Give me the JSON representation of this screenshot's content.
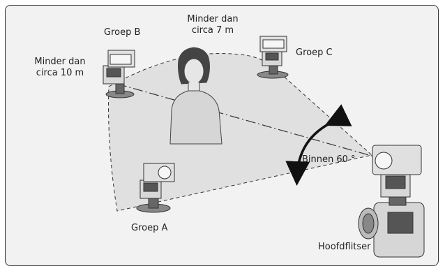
{
  "labels": {
    "group_b": "Groep B",
    "group_c": "Groep C",
    "group_a": "Groep A",
    "distance_7_line1": "Minder dan",
    "distance_7_line2": "circa 7 m",
    "distance_10_line1": "Minder dan",
    "distance_10_line2": "circa 10 m",
    "angle": "Binnen 60 °",
    "master": "Hoofdflitser"
  },
  "colors": {
    "background": "#f2f2f2",
    "area_fill": "#e0e0e0",
    "outline": "#333333"
  },
  "icons": {
    "flash_units": [
      "flash-unit-icon",
      "flash-unit-icon",
      "flash-unit-icon",
      "flash-unit-icon"
    ],
    "subject": "person-icon",
    "camera": "camera-icon",
    "angle_arrow": "double-arrow-icon"
  }
}
